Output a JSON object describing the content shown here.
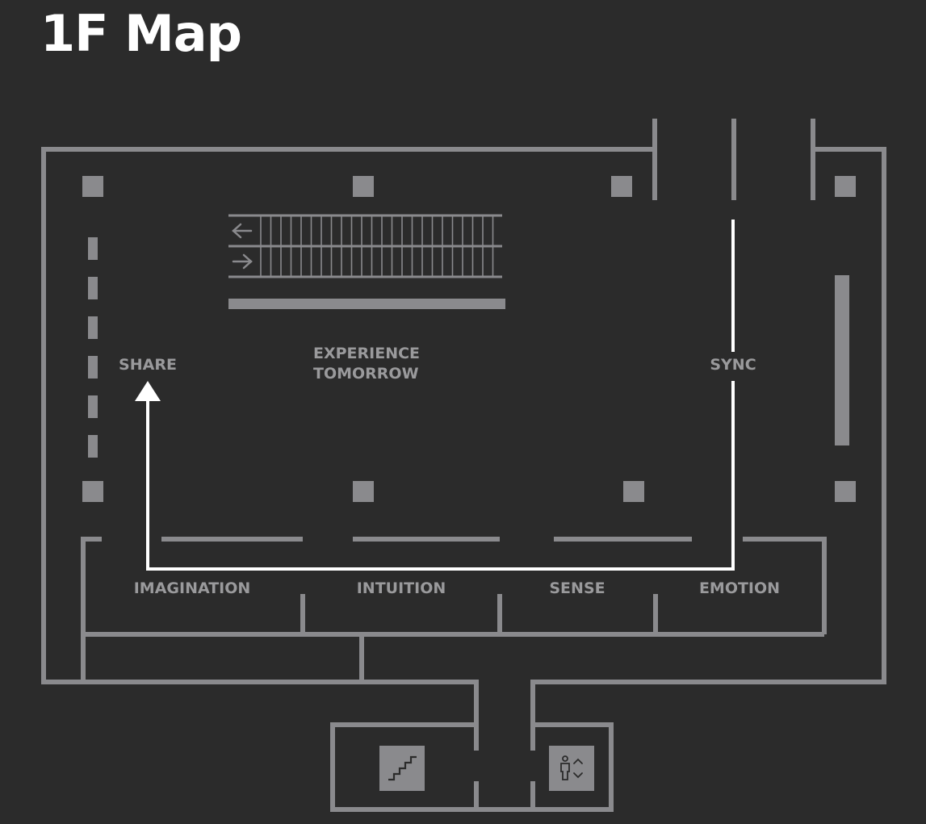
{
  "header": {
    "title": "1F Map"
  },
  "zones": {
    "share": "SHARE",
    "experience_line1": "EXPERIENCE",
    "experience_line2": "TOMORROW",
    "sync": "SYNC",
    "imagination": "IMAGINATION",
    "intuition": "INTUITION",
    "sense": "SENSE",
    "emotion": "EMOTION"
  },
  "icons": {
    "stairs": "stairs-icon",
    "elevator": "elevator-icon",
    "escalator_arrows": [
      "arrow-left-icon",
      "arrow-right-icon"
    ],
    "route_arrow": "arrow-up-icon"
  },
  "colors": {
    "background": "#2b2b2b",
    "walls": "#8a8a8d",
    "route": "#ffffff",
    "labels": "#9a9a9c",
    "title": "#ffffff"
  }
}
